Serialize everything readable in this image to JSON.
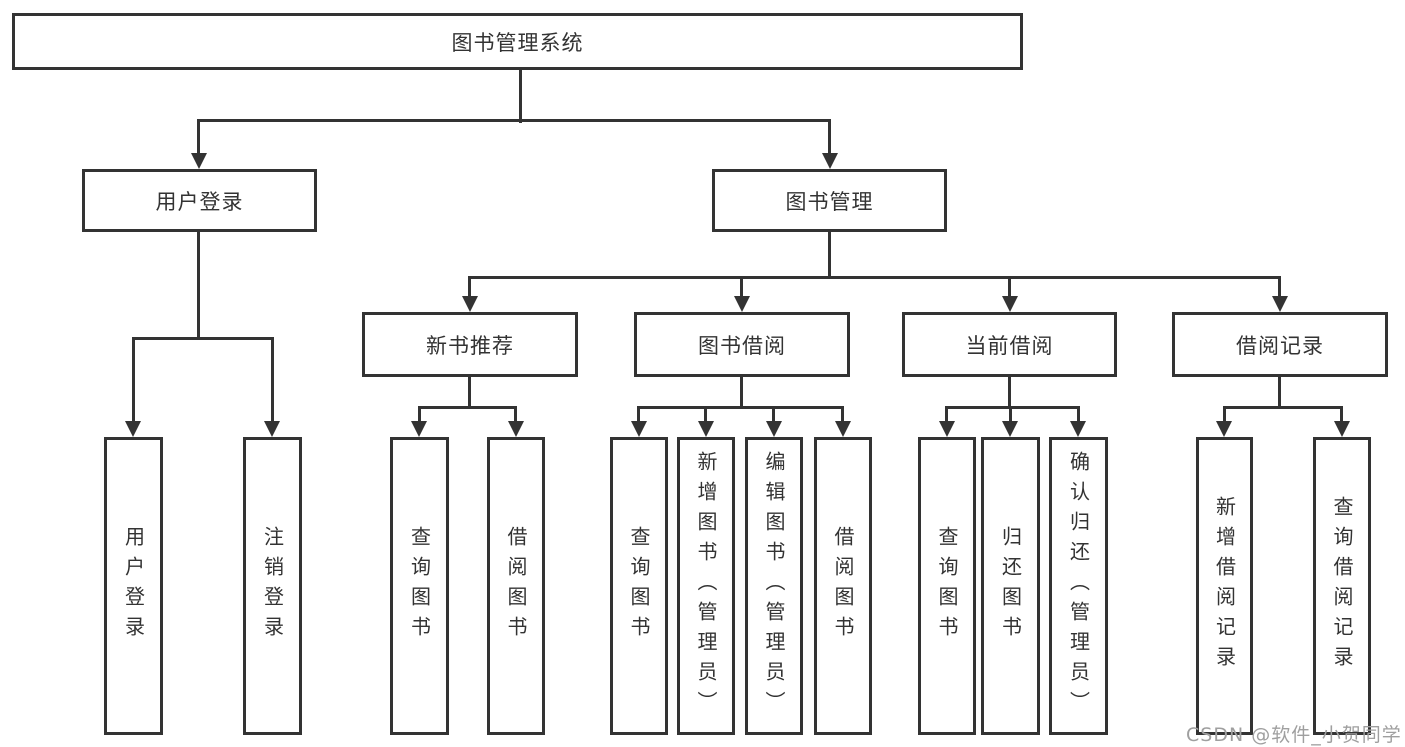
{
  "tree": {
    "label": "图书管理系统",
    "children": [
      {
        "label": "用户登录",
        "children": [
          {
            "label": "用户登录"
          },
          {
            "label": "注销登录"
          }
        ]
      },
      {
        "label": "图书管理",
        "children": [
          {
            "label": "新书推荐",
            "children": [
              {
                "label": "查询图书"
              },
              {
                "label": "借阅图书"
              }
            ]
          },
          {
            "label": "图书借阅",
            "children": [
              {
                "label": "查询图书"
              },
              {
                "label": "新增图书（管理员）"
              },
              {
                "label": "编辑图书（管理员）"
              },
              {
                "label": "借阅图书"
              }
            ]
          },
          {
            "label": "当前借阅",
            "children": [
              {
                "label": "查询图书"
              },
              {
                "label": "归还图书"
              },
              {
                "label": "确认归还（管理员）"
              }
            ]
          },
          {
            "label": "借阅记录",
            "children": [
              {
                "label": "新增借阅记录"
              },
              {
                "label": "查询借阅记录"
              }
            ]
          }
        ]
      }
    ]
  },
  "watermark": "CSDN @软件_小贺同学",
  "colors": {
    "line": "#333333",
    "box_border": "#333333",
    "text": "#333333",
    "watermark": "#9f9f9f",
    "background": "#ffffff"
  }
}
